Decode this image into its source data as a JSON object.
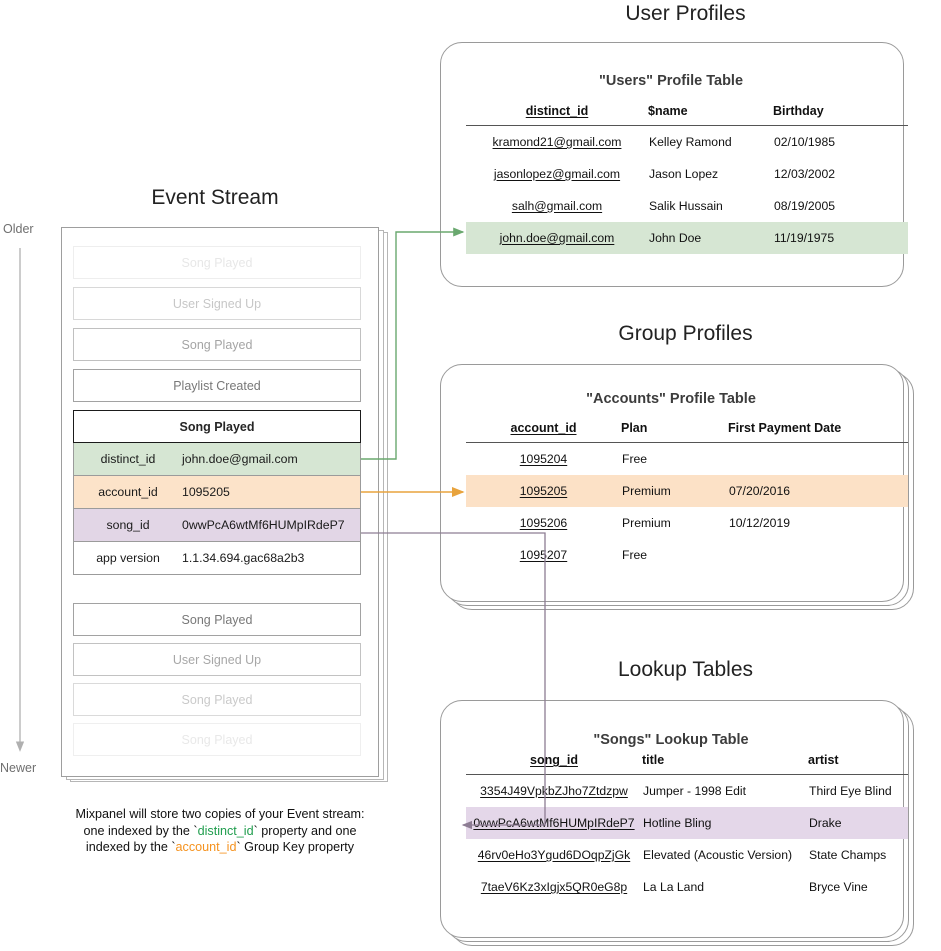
{
  "sections": {
    "user_profiles": "User Profiles",
    "group_profiles": "Group Profiles",
    "lookup_tables": "Lookup Tables",
    "event_stream": "Event Stream"
  },
  "axis": {
    "older": "Older",
    "newer": "Newer"
  },
  "caption": {
    "line1": "Mixpanel will store two copies of your Event stream:",
    "line2_a": "one indexed by the `",
    "line2_tok": "distinct_id",
    "line2_b": "` property and one",
    "line3_a": "indexed by the `",
    "line3_tok": "account_id",
    "line3_b": "` Group Key property"
  },
  "event_stream": {
    "events": [
      {
        "label": "Song Played",
        "opacity": 0.16
      },
      {
        "label": "User Signed Up",
        "opacity": 0.38
      },
      {
        "label": "Song Played",
        "opacity": 0.62
      },
      {
        "label": "Playlist Created",
        "opacity": 0.92
      }
    ],
    "selected": {
      "title": "Song Played",
      "properties": [
        {
          "key": "distinct_id",
          "value": "john.doe@gmail.com",
          "color": "#d6e6d3"
        },
        {
          "key": "account_id",
          "value": "1095205",
          "color": "#fce3c9"
        },
        {
          "key": "song_id",
          "value": "0wwPcA6wtMf6HUMpIRdeP7",
          "color": "#e2d6e6"
        },
        {
          "key": "app version",
          "value": "1.1.34.694.gac68a2b3",
          "color": "#ffffff"
        }
      ]
    },
    "events_after": [
      {
        "label": "Song Played",
        "opacity": 0.92
      },
      {
        "label": "User Signed Up",
        "opacity": 0.6
      },
      {
        "label": "Song Played",
        "opacity": 0.36
      },
      {
        "label": "Song Played",
        "opacity": 0.15
      }
    ]
  },
  "users_table": {
    "title": "\"Users\" Profile Table",
    "columns": [
      "distinct_id",
      "$name",
      "Birthday"
    ],
    "rows": [
      {
        "cells": [
          "kramond21@gmail.com",
          "Kelley Ramond",
          "02/10/1985"
        ],
        "highlight": null
      },
      {
        "cells": [
          "jasonlopez@gmail.com",
          "Jason Lopez",
          "12/03/2002"
        ],
        "highlight": null
      },
      {
        "cells": [
          "salh@gmail.com",
          "Salik Hussain",
          "08/19/2005"
        ],
        "highlight": null
      },
      {
        "cells": [
          "john.doe@gmail.com",
          "John Doe",
          "11/19/1975"
        ],
        "highlight": "#d6e6d3"
      }
    ]
  },
  "accounts_table": {
    "title": "\"Accounts\" Profile Table",
    "columns": [
      "account_id",
      "Plan",
      "First Payment Date"
    ],
    "rows": [
      {
        "cells": [
          "1095204",
          "Free",
          ""
        ],
        "highlight": null
      },
      {
        "cells": [
          "1095205",
          "Premium",
          "07/20/2016"
        ],
        "highlight": "#fce1c6"
      },
      {
        "cells": [
          "1095206",
          "Premium",
          "10/12/2019"
        ],
        "highlight": null
      },
      {
        "cells": [
          "1095207",
          "Free",
          ""
        ],
        "highlight": null
      }
    ]
  },
  "songs_table": {
    "title": "\"Songs\" Lookup Table",
    "columns": [
      "song_id",
      "title",
      "artist"
    ],
    "rows": [
      {
        "cells": [
          "3354J49VpkbZJho7Ztdzpw",
          "Jumper - 1998 Edit",
          "Third Eye Blind"
        ],
        "highlight": null
      },
      {
        "cells": [
          "0wwPcA6wtMf6HUMpIRdeP7",
          "Hotline Bling",
          "Drake"
        ],
        "highlight": "#e4d7e9"
      },
      {
        "cells": [
          "46rv0eHo3Ygud6DOqpZjGk",
          "Elevated (Acoustic Version)",
          "State Champs"
        ],
        "highlight": null
      },
      {
        "cells": [
          "7taeV6Kz3xIgjx5QR0eG8p",
          "La La Land",
          "Bryce Vine"
        ],
        "highlight": null
      }
    ]
  },
  "connectors": {
    "distinct_id_color": "#6aa86f",
    "account_id_color": "#e8a33d",
    "song_id_color": "#8d7d93"
  }
}
